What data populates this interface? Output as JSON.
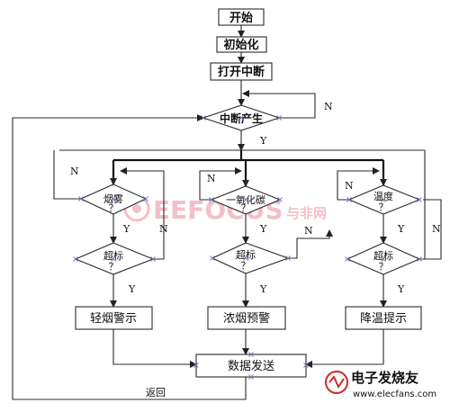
{
  "nodes": {
    "start": "开始",
    "init": "初始化",
    "open_interrupt": "打开中断",
    "interrupt_generated": "中断产生",
    "smoke": "烟雾",
    "smoke_q": "？",
    "co": "一氧化碳",
    "co_q": "？",
    "temperature": "温度",
    "temperature_q": "？",
    "exceed_1": "超标",
    "exceed_1_q": "？",
    "exceed_2": "超标",
    "exceed_2_q": "？",
    "exceed_3": "超标",
    "exceed_3_q": "？",
    "light_smoke_warning": "轻烟警示",
    "dense_smoke_warning": "浓烟预警",
    "cooling_hint": "降温提示",
    "send_data": "数据发送"
  },
  "edge_labels": {
    "yes": "Y",
    "no": "N",
    "return": "返回"
  },
  "watermarks": {
    "left_brand": "EEFOCUS",
    "left_suffix": "与非网",
    "right_brand": "电子发烧友",
    "right_url": "www.elecfans.com"
  },
  "colors": {
    "watermark_pink": "#f2b9c4",
    "watermark_red": "#cc2b2b",
    "line": "#2a2a2a"
  }
}
